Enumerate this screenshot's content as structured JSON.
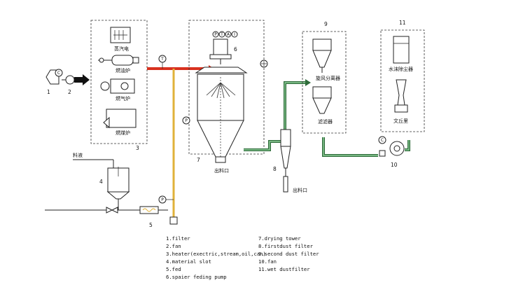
{
  "colors": {
    "hot_air": "#d8311f",
    "feed": "#e0b23a",
    "exhaust": "#2e6b3a",
    "exhaust_light": "#8fcf9a"
  },
  "heater_options": {
    "steam_boiler": "蒸汽电",
    "oil_furnace": "燃油炉",
    "gas_furnace": "燃气炉",
    "coal_furnace": "燃煤炉"
  },
  "feed_liquid": "料液",
  "outlet_tower": "出料口",
  "outlet_cyclone": "出料口",
  "cyclone_separator": "旋风分离器",
  "bag_filter": "滤滤器",
  "wet_scrubber": "水沫除尘器",
  "venturi": "文丘里",
  "gauge_marks": [
    "P",
    "T",
    "A",
    "I"
  ],
  "instrument_T": "T",
  "instrument_P": "P",
  "numbers": {
    "n1": "1",
    "n2": "2",
    "n3": "3",
    "n4": "4",
    "n5": "5",
    "n6": "6",
    "n7": "7",
    "n8": "8",
    "n9": "9",
    "n10": "10",
    "n11": "11"
  },
  "legend_left": [
    "1.filter",
    "2.fan",
    "3.heater(exectric,stream,oil,can)",
    "4.material slot",
    "5.fed",
    "6.spaier feding pump"
  ],
  "legend_right": [
    "7.drying tower",
    "8.firstdust filter",
    "9.second dust filter",
    "10.fan",
    "11.wet dustfilter"
  ]
}
